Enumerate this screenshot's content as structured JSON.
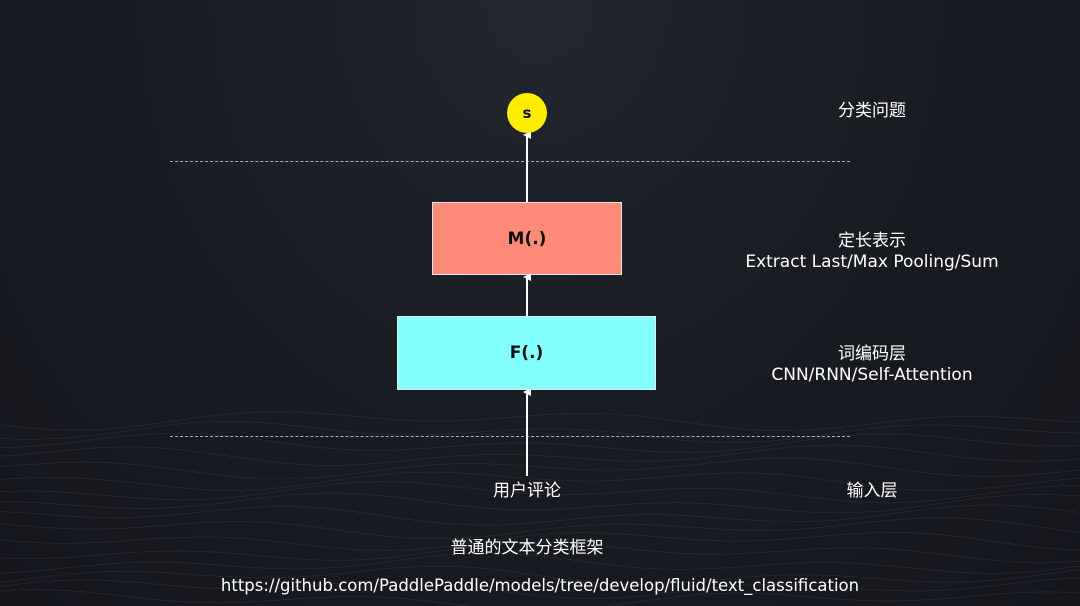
{
  "colors": {
    "background": "#181b22",
    "node_s": "#ffec00",
    "box_m": "#ff8a7a",
    "box_f": "#84ffff",
    "arrow": "#ffffff",
    "dashed": "#a9adb6"
  },
  "diagram": {
    "node_s": "s",
    "box_m": "M(.)",
    "box_f": "F(.)",
    "input_text": "用户评论"
  },
  "layers": {
    "classify": {
      "title": "分类问题"
    },
    "fixed": {
      "title": "定长表示",
      "subtitle": "Extract Last/Max Pooling/Sum"
    },
    "encoder": {
      "title": "词编码层",
      "subtitle": "CNN/RNN/Self-Attention"
    },
    "input": {
      "title": "输入层"
    }
  },
  "caption": "普通的文本分类框架",
  "url": "https://github.com/PaddlePaddle/models/tree/develop/fluid/text_classification"
}
